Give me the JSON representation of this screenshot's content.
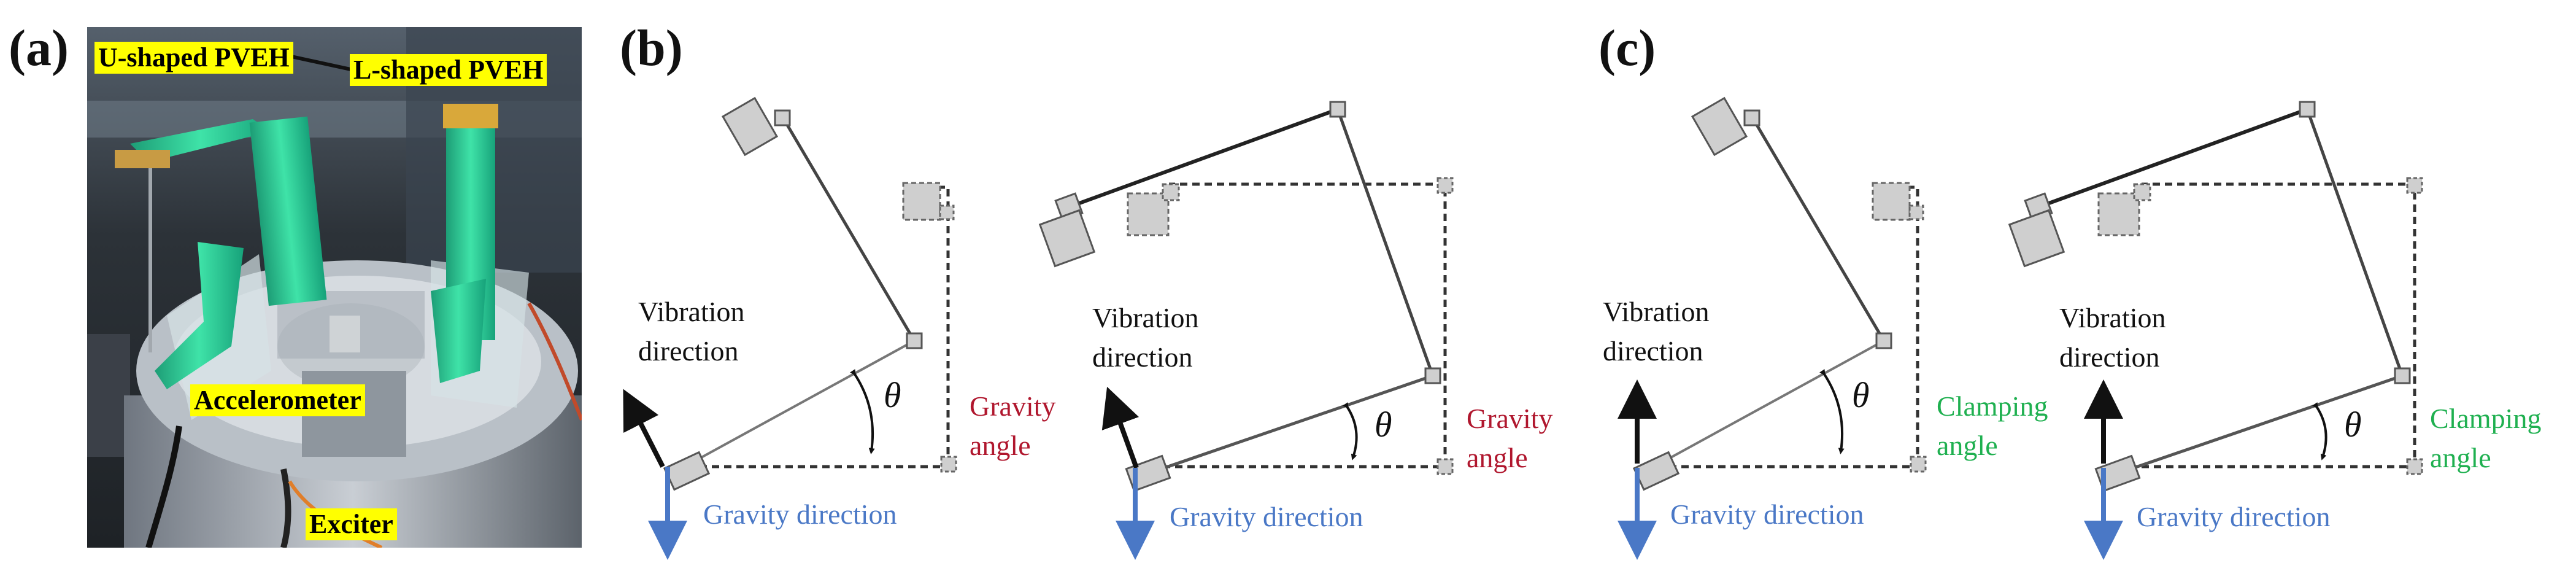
{
  "panels": {
    "a": {
      "label": "(a)"
    },
    "b": {
      "label": "(b)"
    },
    "c": {
      "label": "(c)"
    }
  },
  "photo_tags": {
    "u_shaped": "U-shaped PVEH",
    "l_shaped": "L-shaped PVEH",
    "accelerometer": "Accelerometer",
    "exciter": "Exciter"
  },
  "labels": {
    "vibration_line1": "Vibration",
    "vibration_line2": "direction",
    "gravity_direction": "Gravity direction",
    "theta": "θ",
    "gravity_angle_line1": "Gravity",
    "gravity_angle_line2": "angle",
    "clamping_angle_line1": "Clamping",
    "clamping_angle_line2": "angle"
  },
  "colors": {
    "blue": "#4a78c6",
    "red": "#b0172e",
    "green": "#1fb050",
    "tag_yellow": "#ffff00"
  }
}
